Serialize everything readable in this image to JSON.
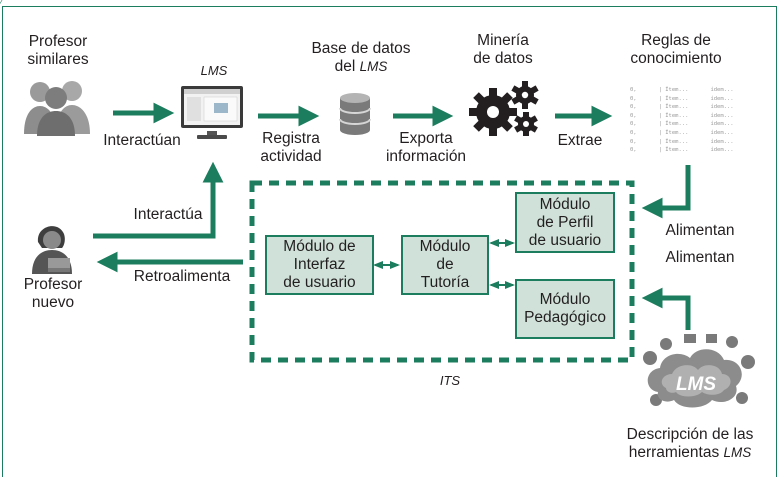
{
  "nodes": {
    "similar_teachers": [
      "Profesor",
      "similares"
    ],
    "lms_label": "LMS",
    "lms_db": [
      "Base de datos",
      "del ",
      "LMS"
    ],
    "data_mining": [
      "Minería",
      "de datos"
    ],
    "knowledge_rules": [
      "Reglas de",
      "conocimiento"
    ],
    "new_teacher": [
      "Profesor",
      "nuevo"
    ],
    "tools_description": [
      "Descripción de las",
      "herramientas ",
      "LMS"
    ],
    "its_label": "ITS"
  },
  "edges": {
    "interact_1": "Interactúan",
    "register": [
      "Registra",
      "actividad"
    ],
    "export": [
      "Exporta",
      "información"
    ],
    "extract": "Extrae",
    "feed_1": "Alimentan",
    "feed_2": "Alimentan",
    "interact_2": "Interactúa",
    "feedback": "Retroalimenta"
  },
  "modules": {
    "interface": [
      "Módulo de",
      "Interfaz",
      "de usuario"
    ],
    "tutoring": [
      "Módulo",
      "de",
      "Tutoría"
    ],
    "profile": [
      "Módulo",
      "de Perfil",
      "de usuario"
    ],
    "pedagogic": [
      "Módulo",
      "Pedagógico"
    ]
  },
  "rules_table": {
    "col1": "0,",
    "col2": "| Ítem...",
    "col3": "ídem..."
  },
  "cloud_text": "LMS",
  "colors": {
    "accent": "#1b7d5e",
    "module_fill": "#cfe1d9"
  }
}
